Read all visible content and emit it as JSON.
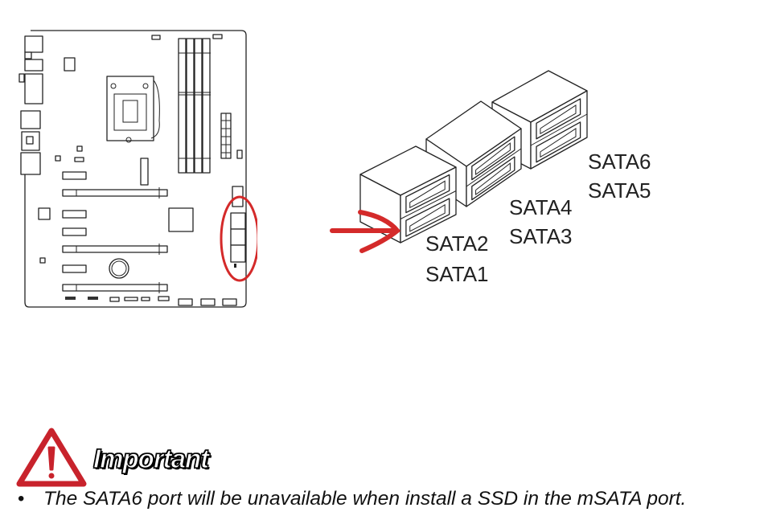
{
  "diagram": {
    "sata_labels": {
      "sata1": "SATA1",
      "sata2": "SATA2",
      "sata3": "SATA3",
      "sata4": "SATA4",
      "sata5": "SATA5",
      "sata6": "SATA6"
    },
    "highlight_color": "#d42a2a"
  },
  "important": {
    "heading": "Important",
    "bullet": "•",
    "note": "The SATA6 port will be unavailable when install a SSD in the mSATA port."
  }
}
